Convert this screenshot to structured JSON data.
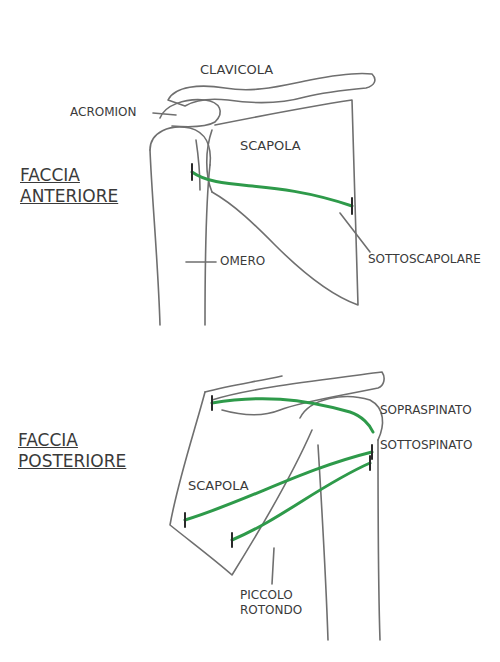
{
  "diagram": {
    "labels": [
      "CLAVICOLA",
      "ACROMION",
      "SCAPOLA",
      "FACCIA ANTERIORE",
      "OMERO",
      "SOTTOSCAPOLARE",
      "SOPRASPINATO",
      "FACCIA POSTERIORE",
      "SOTTOSPINATO",
      "SCAPOLA",
      "PICCOLO ROTONDO"
    ]
  }
}
